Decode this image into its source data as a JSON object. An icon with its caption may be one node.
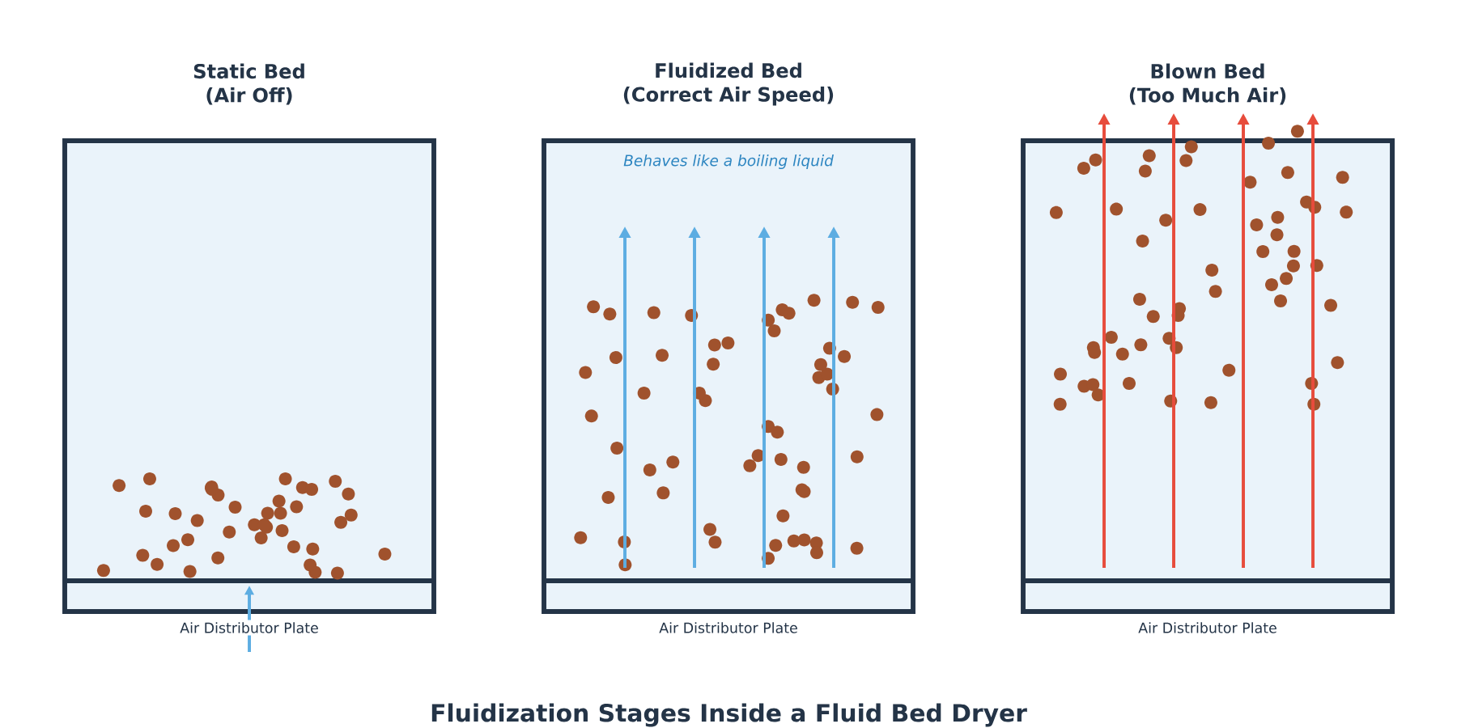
{
  "diagram": {
    "caption": "Fluidization Stages Inside a Fluid Bed Dryer",
    "nodes": [
      {
        "text": [
          "Static Bed (Air Off)"
        ],
        "beside": [
          "Air Distributor Plate"
        ]
      },
      {
        "text": [
          "Fluidized Bed (Correct Air Speed)",
          "Behaves like a boiling liquid"
        ],
        "beside": [
          "Air Distributor Plate"
        ]
      },
      {
        "text": [
          "Blown Bed (Too Much Air)"
        ],
        "beside": [
          "Air Distributor Plate"
        ]
      }
    ]
  }
}
